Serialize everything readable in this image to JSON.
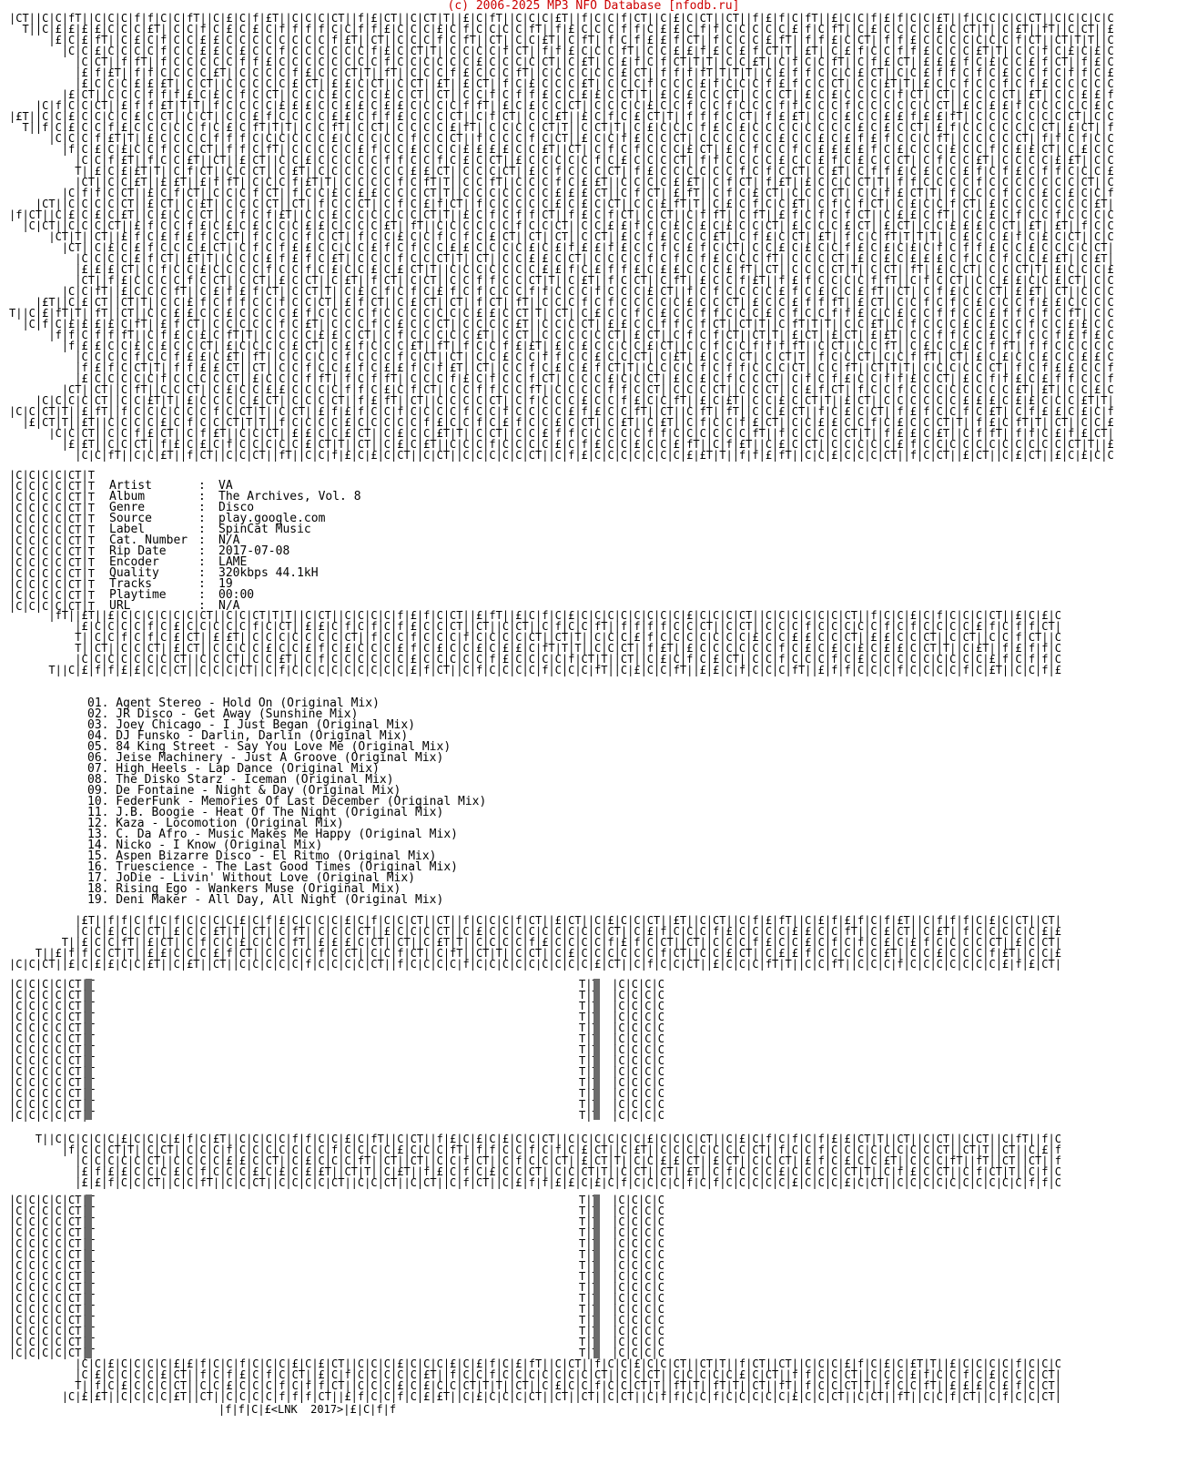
{
  "header": {
    "copyright": "(c) 2006-2025 MP3 NFO Database [nfodb.ru]"
  },
  "release": {
    "fields": [
      {
        "label": "Artist",
        "value": "VA"
      },
      {
        "label": "Album",
        "value": "The Archives, Vol. 8"
      },
      {
        "label": "Genre",
        "value": "Disco"
      },
      {
        "label": "Source",
        "value": "play.google.com"
      },
      {
        "label": "Label",
        "value": "SpinCat Music"
      },
      {
        "label": "Cat. Number",
        "value": "N/A"
      },
      {
        "label": "Rip Date",
        "value": "2017-07-08"
      },
      {
        "label": "Encoder",
        "value": "LAME"
      },
      {
        "label": "Quality",
        "value": "320kbps 44.1kH"
      },
      {
        "label": "Tracks",
        "value": "19"
      },
      {
        "label": "Playtime",
        "value": "00:00"
      },
      {
        "label": "URL",
        "value": "N/A"
      }
    ],
    "separator": ":"
  },
  "tracks": [
    "01. Agent Stereo - Hold On (Original Mix)",
    "02. JR Disco - Get Away (Sunshine Mix)",
    "03. Joey Chicago - I Just Began (Original Mix)",
    "04. DJ Funsko - Darlin, Darlin (Original Mix)",
    "05. 84 King Street - Say You Love Me (Original Mix)",
    "06. Jeise Machinery - Just A Groove (Original Mix)",
    "07. High Heels - Lap Dance (Original Mix)",
    "08. The Disko Starz - Iceman (Original Mix)",
    "09. De Fontaine - Night & Day (Original Mix)",
    "10. FederFunk - Memories Of Last December (Original Mix)",
    "11. J.B. Boogie - Heat Of The Night (Original Mix)",
    "12. Kaza - Locomotion (Original Mix)",
    "13. C. Da Afro - Music Makes Me Happy (Original Mix)",
    "14. Nicko - I Know (Original Mix)",
    "15. Aspen Bizarre Disco - El Ritmo (Original Mix)",
    "16. Truescience - The Last Good Times (Original Mix)",
    "17. JoDie - Livin' Without Love (Original Mix)",
    "18. Rising Ego - Wankers Muse (Original Mix)",
    "19. Deni Maker - All Day, All Night (Original Mix)"
  ],
  "footer": {
    "tag": "<LNK  2017>"
  }
}
